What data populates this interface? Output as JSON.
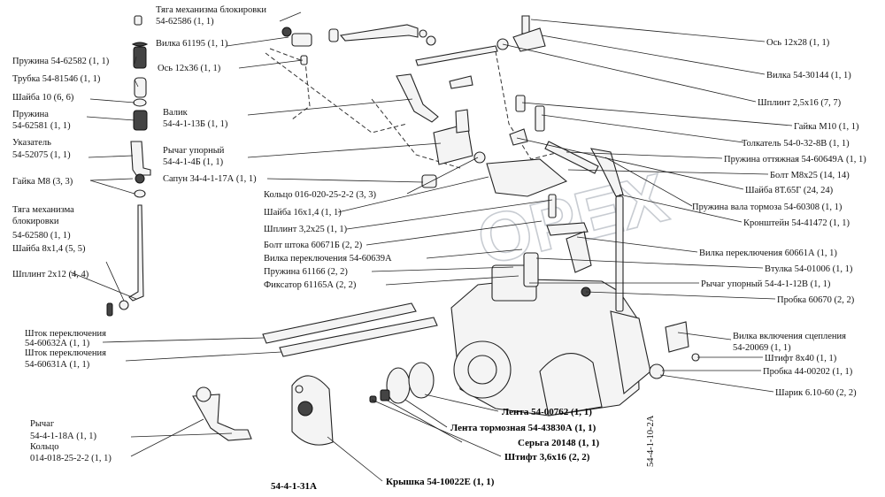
{
  "watermark": "OPEX",
  "labels": [
    {
      "id": "tyaga-top",
      "text": "Тяга механизма блокировки"
    },
    {
      "id": "tyaga-top-num",
      "text": "54-62586 (1, 1)"
    },
    {
      "id": "vilka-61195",
      "text": "Вилка 61195 (1, 1)"
    },
    {
      "id": "pruzhina-62582",
      "text": "Пружина 54-62582 (1, 1)"
    },
    {
      "id": "os-12x36",
      "text": "Ось 12х36 (1, 1)"
    },
    {
      "id": "trubka",
      "text": "Трубка 54-81546 (1, 1)"
    },
    {
      "id": "shaiba-10",
      "text": "Шайба 10 (6, 6)"
    },
    {
      "id": "pruzhina-62581-a",
      "text": "Пружина"
    },
    {
      "id": "pruzhina-62581-b",
      "text": "54-62581 (1, 1)"
    },
    {
      "id": "valik-a",
      "text": "Валик"
    },
    {
      "id": "valik-b",
      "text": "54-4-1-13Б (1, 1)"
    },
    {
      "id": "ukazatel-a",
      "text": "Указатель"
    },
    {
      "id": "ukazatel-b",
      "text": "54-52075 (1, 1)"
    },
    {
      "id": "rychag-upor-a",
      "text": "Рычаг упорный"
    },
    {
      "id": "rychag-upor-b",
      "text": "54-4-1-4Б (1, 1)"
    },
    {
      "id": "gaika-m8",
      "text": "Гайка М8 (3, 3)"
    },
    {
      "id": "sapun",
      "text": "Сапун 34-4-1-17А (1, 1)"
    },
    {
      "id": "kolco-016",
      "text": "Кольцо 016-020-25-2-2 (3, 3)"
    },
    {
      "id": "tyaga-left-a",
      "text": "Тяга механизма"
    },
    {
      "id": "tyaga-left-b",
      "text": "блокировки"
    },
    {
      "id": "tyaga-left-c",
      "text": "54-62580 (1, 1)"
    },
    {
      "id": "shaiba-16x14",
      "text": "Шайба 16х1,4 (1, 1)"
    },
    {
      "id": "shaiba-8x14",
      "text": "Шайба 8х1,4 (5, 5)"
    },
    {
      "id": "shplint-32x25",
      "text": "Шплинт 3,2х25 (1, 1)"
    },
    {
      "id": "bolt-shtoka",
      "text": "Болт штока 60671Б (2, 2)"
    },
    {
      "id": "vilka-60639",
      "text": "Вилка переключения 54-60639А"
    },
    {
      "id": "shplint-2x12",
      "text": "Шплинт 2х12 (4, 4)"
    },
    {
      "id": "pruzhina-61166",
      "text": "Пружина 61166 (2, 2)"
    },
    {
      "id": "fiksator",
      "text": "Фиксатор 61165А (2, 2)"
    },
    {
      "id": "shtok-632-a",
      "text": "Шток переключения"
    },
    {
      "id": "shtok-632-b",
      "text": "54-60632А (1, 1)"
    },
    {
      "id": "shtok-631-a",
      "text": "Шток переключения"
    },
    {
      "id": "shtok-631-b",
      "text": "54-60631А (1, 1)"
    },
    {
      "id": "rychag-a",
      "text": "Рычаг"
    },
    {
      "id": "rychag-b",
      "text": "54-4-1-18А (1, 1)"
    },
    {
      "id": "kolco-014-a",
      "text": "Кольцо"
    },
    {
      "id": "kolco-014-b",
      "text": "014-018-25-2-2 (1, 1)"
    },
    {
      "id": "lenta-00762",
      "text": "Лента 54-00762 (1, 1)"
    },
    {
      "id": "lenta-tormoz",
      "text": "Лента тормозная 54-43830А (1, 1)"
    },
    {
      "id": "serga",
      "text": "Серьга 20148 (1, 1)"
    },
    {
      "id": "shtift-36x16",
      "text": "Штифт 3,6х16 (2, 2)"
    },
    {
      "id": "kryshka",
      "text": "Крышка 54-10022Е (1, 1)"
    },
    {
      "id": "assembly-code",
      "text": "54-4-1-31А"
    },
    {
      "id": "side-code",
      "text": "54-4-1-10-2А"
    },
    {
      "id": "os-12x28",
      "text": "Ось 12х28 (1, 1)"
    },
    {
      "id": "vilka-30144",
      "text": "Вилка 54-30144 (1, 1)"
    },
    {
      "id": "shplint-25x16",
      "text": "Шплинт 2,5х16 (7, 7)"
    },
    {
      "id": "gaika-m10",
      "text": "Гайка М10 (1, 1)"
    },
    {
      "id": "tolkatel",
      "text": "Толкатель 54-0-32-8В (1, 1)"
    },
    {
      "id": "pruzhina-ottyazh",
      "text": "Пружина оттяжная 54-60649А (1, 1)"
    },
    {
      "id": "bolt-m8x25",
      "text": "Болт М8х25 (14, 14)"
    },
    {
      "id": "shaiba-8t65g",
      "text": "Шайба 8Т.65Г (24, 24)"
    },
    {
      "id": "pruzhina-vala",
      "text": "Пружина вала тормоза 54-60308 (1, 1)"
    },
    {
      "id": "kronshtein",
      "text": "Кронштейн 54-41472 (1, 1)"
    },
    {
      "id": "vilka-60661",
      "text": "Вилка переключения 60661А (1, 1)"
    },
    {
      "id": "vtulka",
      "text": "Втулка 54-01006 (1, 1)"
    },
    {
      "id": "rychag-upor-12v",
      "text": "Рычаг упорный 54-4-1-12В (1, 1)"
    },
    {
      "id": "probka-60670",
      "text": "Пробка 60670 (2, 2)"
    },
    {
      "id": "vilka-vkl-a",
      "text": "Вилка включения сцепления"
    },
    {
      "id": "vilka-vkl-b",
      "text": "54-20069 (1, 1)"
    },
    {
      "id": "shtift-8x40",
      "text": "Штифт 8х40 (1, 1)"
    },
    {
      "id": "probka-44",
      "text": "Пробка 44-00202 (1, 1)"
    },
    {
      "id": "sharik",
      "text": "Шарик 6.10-60 (2, 2)"
    }
  ]
}
